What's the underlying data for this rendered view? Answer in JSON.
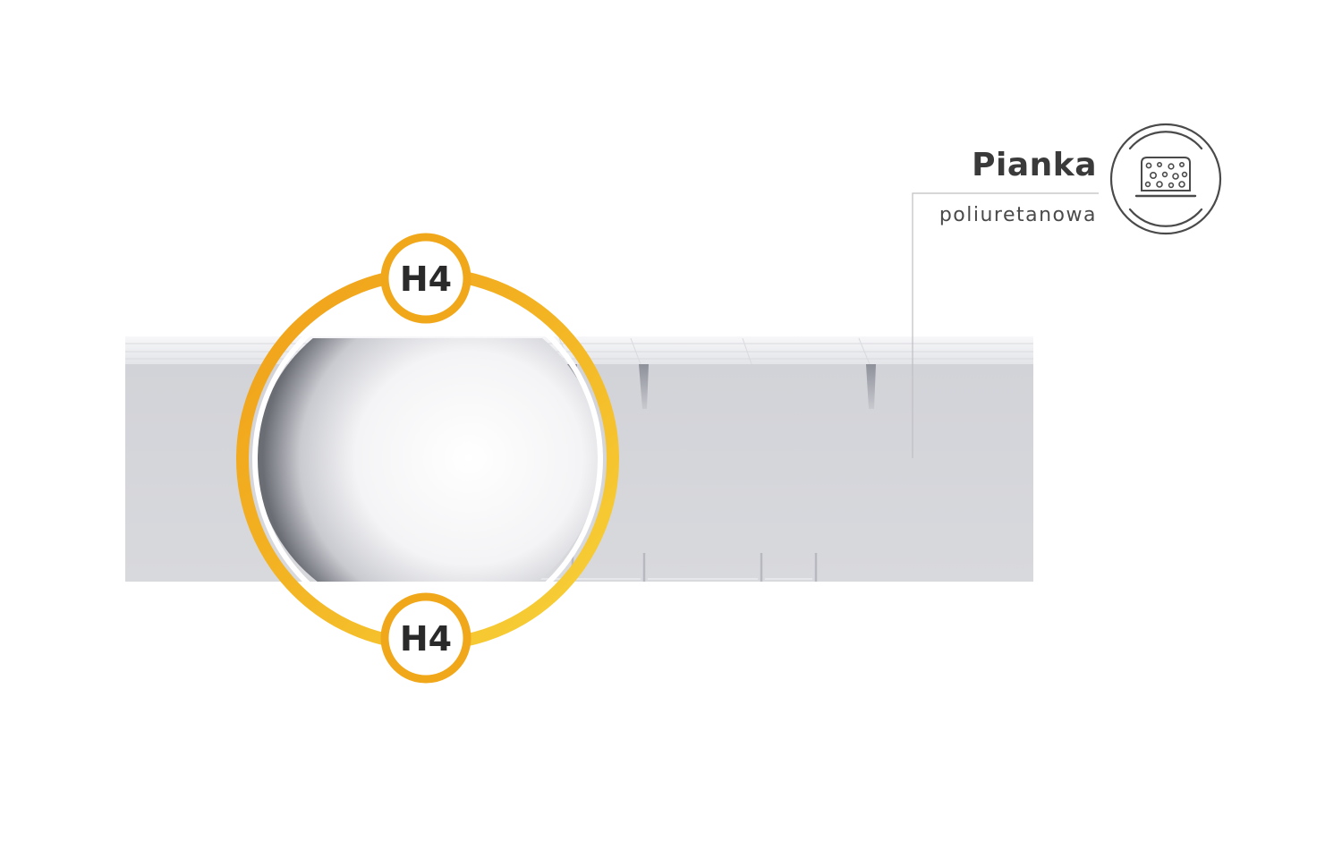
{
  "material": {
    "title": "Pianka",
    "subtitle": "poliuretanowa",
    "icon": "foam-icon"
  },
  "firmness": {
    "top_label": "H4",
    "bottom_label": "H4"
  },
  "colors": {
    "mattress": "#d4d5da",
    "ring_gold": "#f0a81a",
    "ring_yellow": "#f5cc30",
    "text": "#3a3a3a"
  }
}
